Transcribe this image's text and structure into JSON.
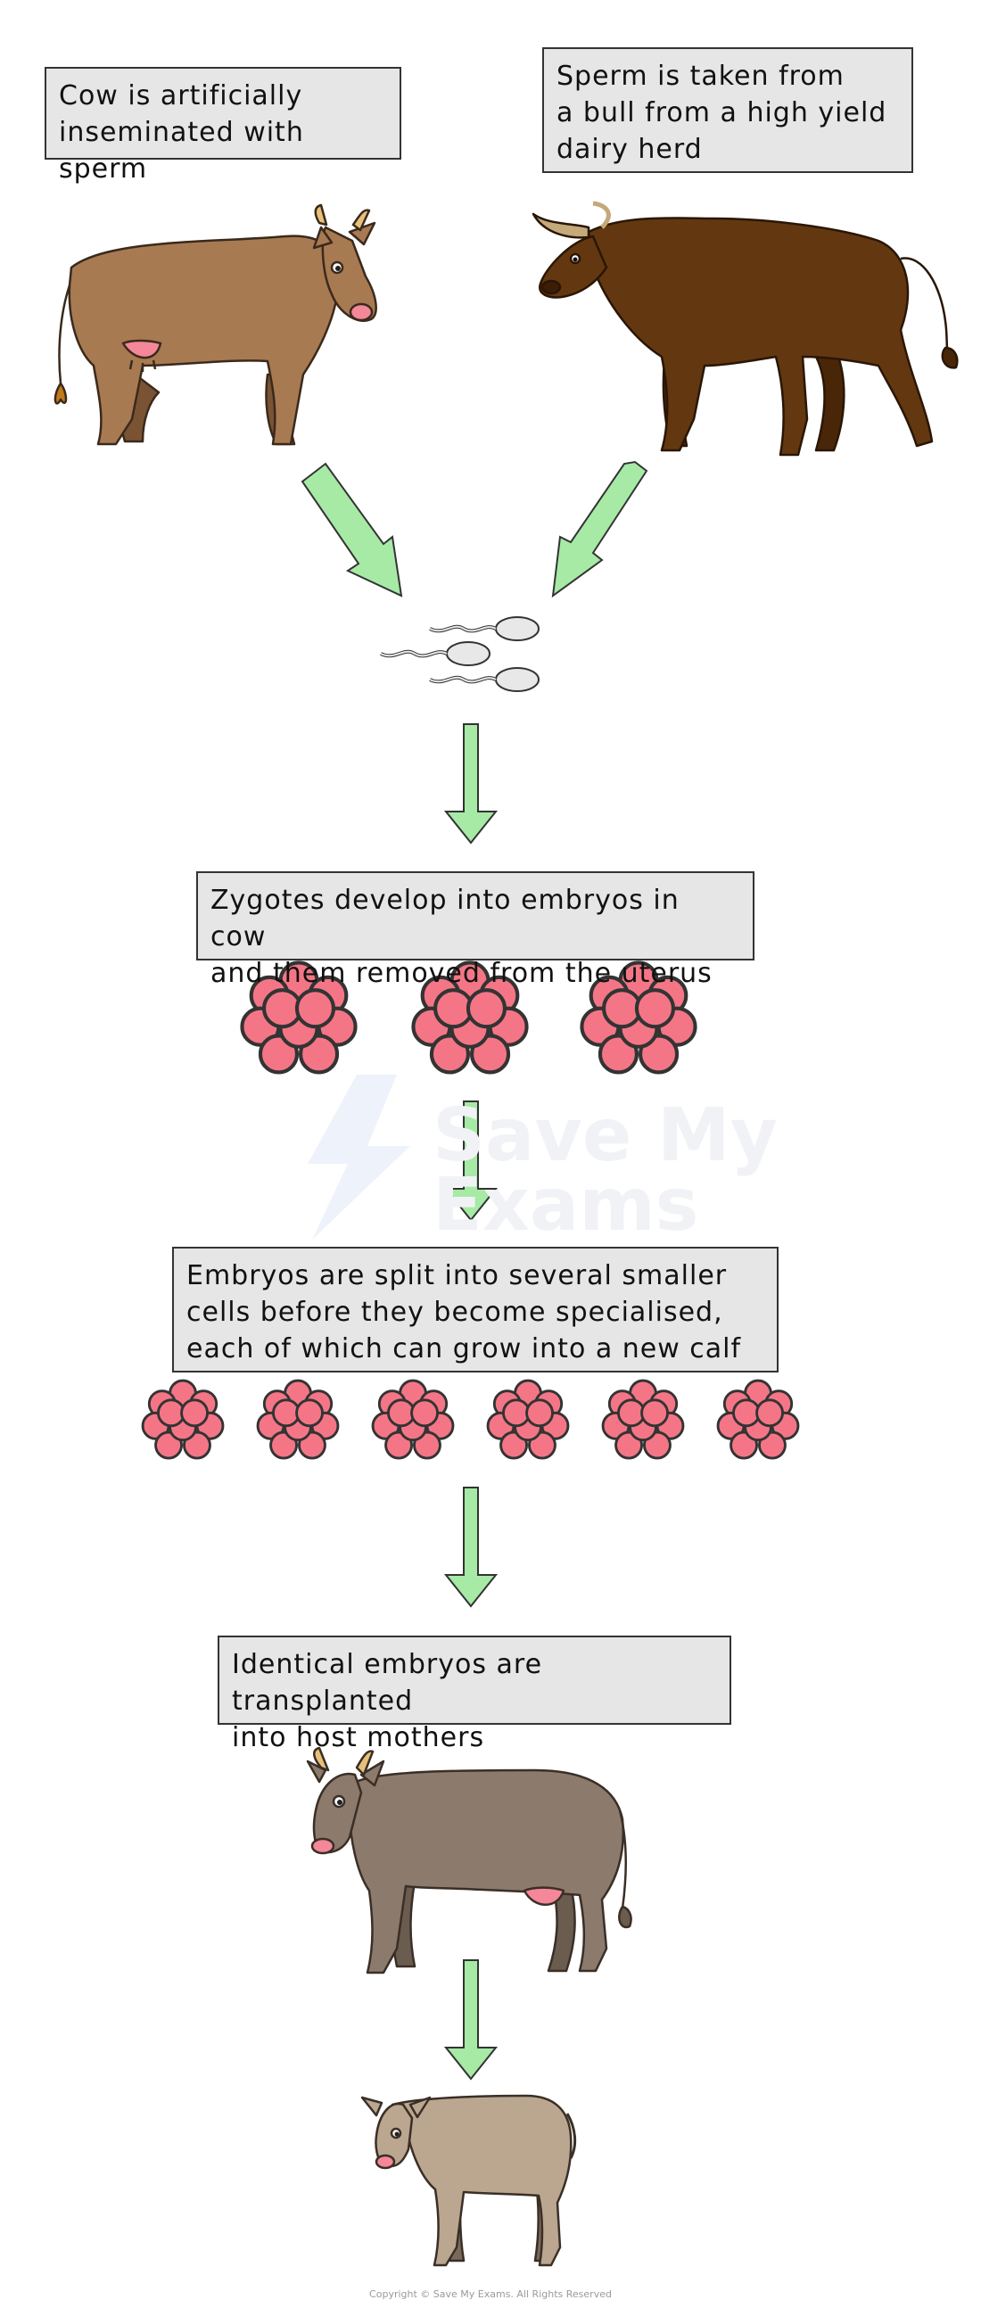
{
  "steps": {
    "cow_inseminated": "Cow is artificially\ninseminated with sperm",
    "sperm_taken": "Sperm is taken from\na bull from a high yield\ndairy herd",
    "zygotes": "Zygotes develop into embryos in cow\nand them removed from the uterus",
    "embryos_split": "Embryos are split into several smaller\ncells before they become specialised,\neach of which can grow into a new calf",
    "transplanted": "Identical embryos are transplanted\ninto host mothers"
  },
  "watermark": "Save My\nExams",
  "copyright": "Copyright © Save My Exams. All Rights Reserved",
  "colors": {
    "arrow": "#a6eaa6",
    "cow": "#a87a52",
    "bull": "#633810",
    "host_cow": "#8c7a6c",
    "calf": "#bba690",
    "embryo": "#f47686",
    "udder": "#f4879a",
    "horn": "#e8c07a",
    "box_fill": "#e6e6e6"
  }
}
